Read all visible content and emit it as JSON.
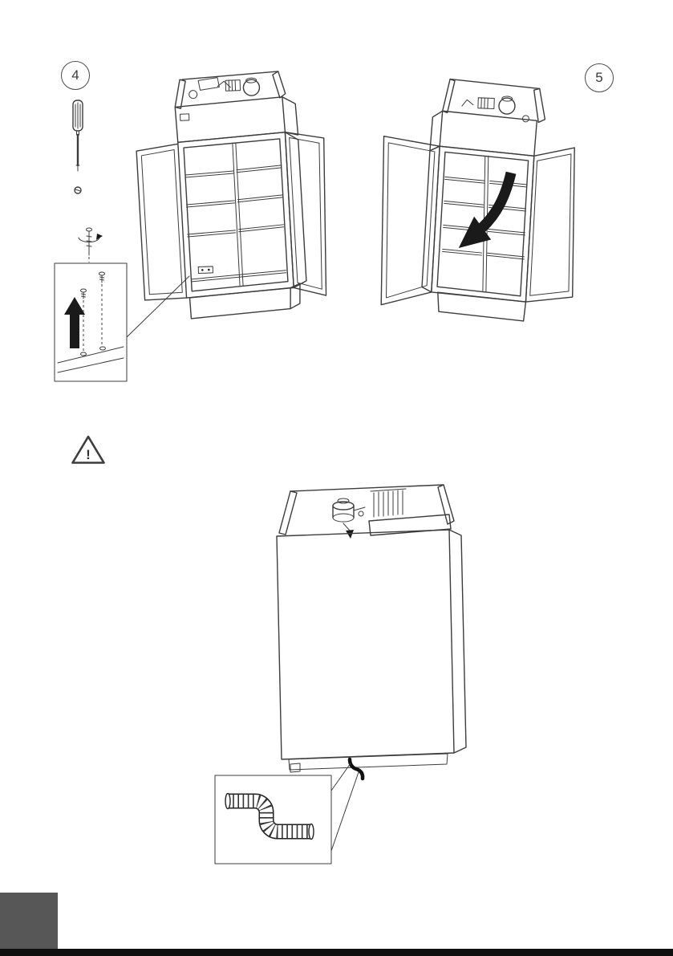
{
  "page": {
    "background": "#ffffff",
    "line_color": "#3c3c3c",
    "arrow_color": "#1a1a1a",
    "footer_bar_color": "#0f0f0f",
    "corner_tab_color": "#575757"
  },
  "steps": [
    {
      "number": "4"
    },
    {
      "number": "5"
    }
  ],
  "warning": {
    "glyph": "!"
  },
  "icons": {
    "screwdriver-icon": "line-drawing of flat screwdriver",
    "screw-icon": "small screw head",
    "rotate-arrow-icon": "curved turning arrow",
    "arrow-up-icon": "solid black up arrow",
    "warning-icon": "triangle with exclamation mark",
    "wipe-arrow-icon": "solid black curved wipe arrow",
    "down-arrow-icon": "small solid black down arrow",
    "drain-hose-icon": "corrugated flexible drain hose"
  }
}
